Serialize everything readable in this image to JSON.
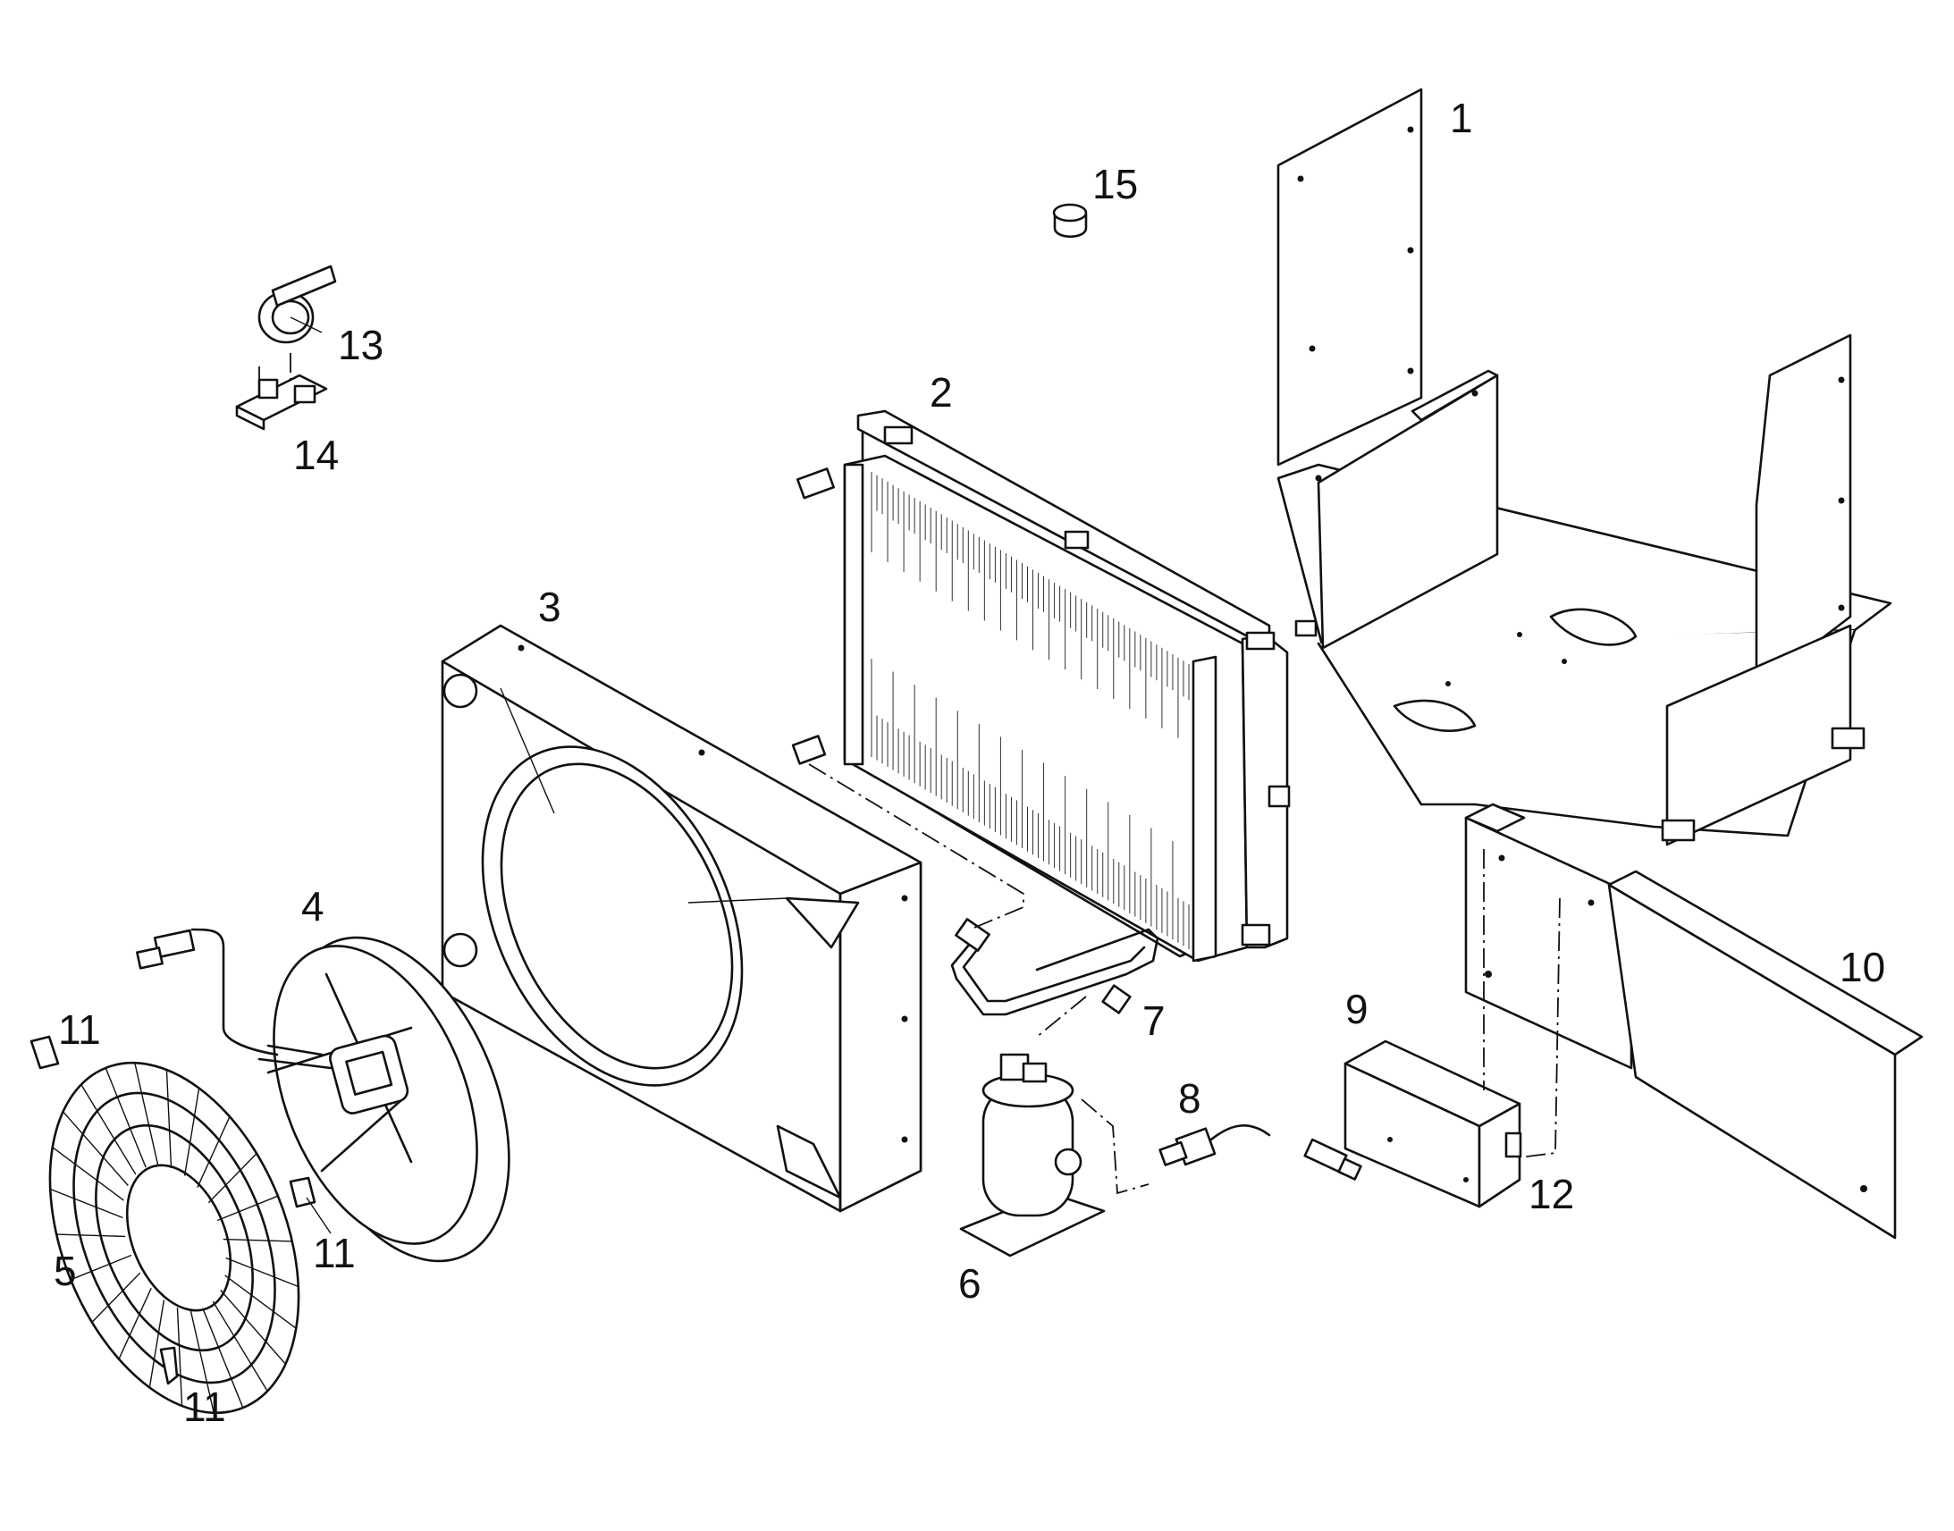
{
  "diagram": {
    "callouts": [
      "1",
      "2",
      "3",
      "4",
      "5",
      "6",
      "7",
      "8",
      "9",
      "10",
      "11",
      "11",
      "11",
      "12",
      "13",
      "14",
      "15"
    ]
  },
  "parts": [
    {
      "id": "part-1",
      "callout": "1"
    },
    {
      "id": "part-2",
      "callout": "2"
    },
    {
      "id": "part-3",
      "callout": "3"
    },
    {
      "id": "part-4",
      "callout": "4"
    },
    {
      "id": "part-5",
      "callout": "5"
    },
    {
      "id": "part-6",
      "callout": "6"
    },
    {
      "id": "part-7",
      "callout": "7"
    },
    {
      "id": "part-8",
      "callout": "8"
    },
    {
      "id": "part-9",
      "callout": "9"
    },
    {
      "id": "part-10",
      "callout": "10"
    },
    {
      "id": "part-11",
      "callout": "11"
    },
    {
      "id": "part-12",
      "callout": "12"
    },
    {
      "id": "part-13",
      "callout": "13"
    },
    {
      "id": "part-14",
      "callout": "14"
    },
    {
      "id": "part-15",
      "callout": "15"
    }
  ],
  "colors": {
    "line": "#111111",
    "background": "#ffffff"
  }
}
